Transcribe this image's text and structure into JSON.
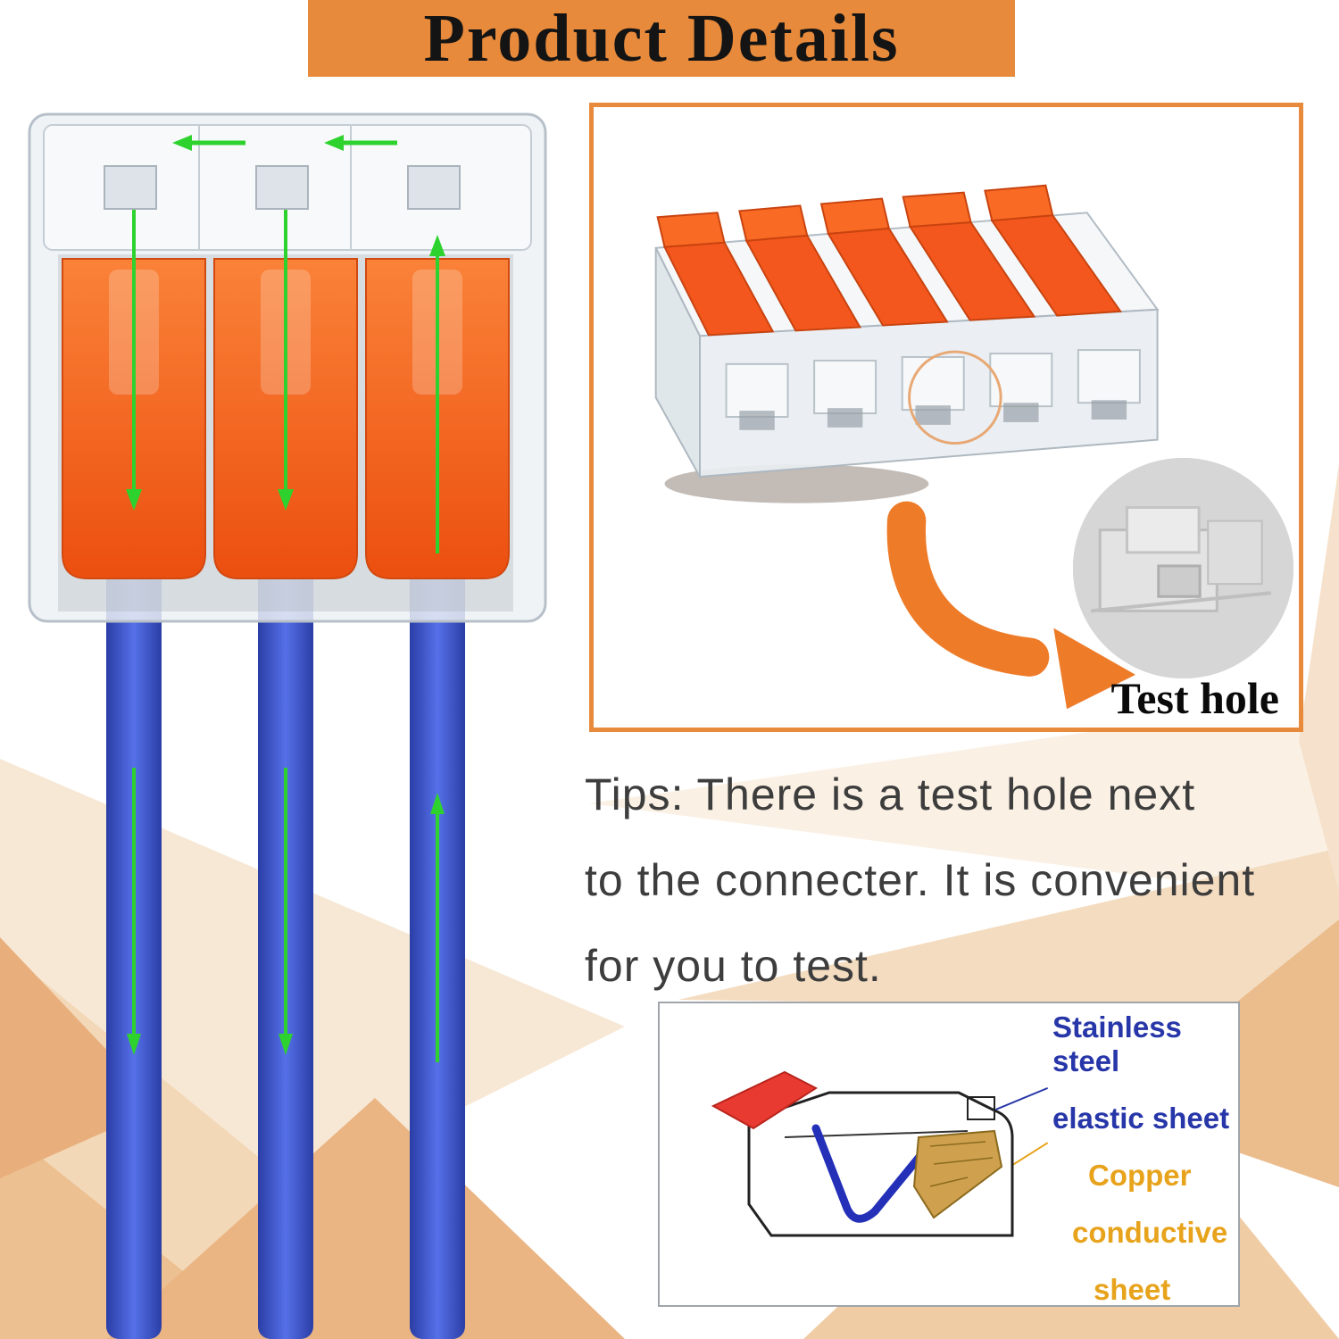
{
  "page": {
    "title": "Product Details"
  },
  "detail_box": {
    "test_hole_label": "Test hole"
  },
  "tips": {
    "line1": "Tips: There is a test hole next",
    "line2": "to the connecter. It is convenient",
    "line3": "for you to test."
  },
  "cross_section_labels": {
    "steel_line1": "Stainless steel",
    "steel_line2": "elastic sheet",
    "copper_line1": "Copper",
    "copper_line2": "conductive",
    "copper_line3": "sheet"
  },
  "icons": {
    "curved_arrow_icon": "curved-swoosh-arrow",
    "down_arrow_icon": "↓",
    "up_arrow_icon": "↑",
    "left_arrow_icon": "←"
  },
  "colors": {
    "banner_orange": "#E78A3C",
    "box_border_orange": "#E78A3C",
    "lever_orange": "#F4571D",
    "wire_blue": "#3A53C8",
    "arrow_green": "#2ED22E",
    "label_blue": "#2736A8",
    "label_orange": "#E8A31C",
    "spring_blue": "#2430B8",
    "copper_tan": "#CFA14E",
    "lever_red": "#E83A30"
  }
}
